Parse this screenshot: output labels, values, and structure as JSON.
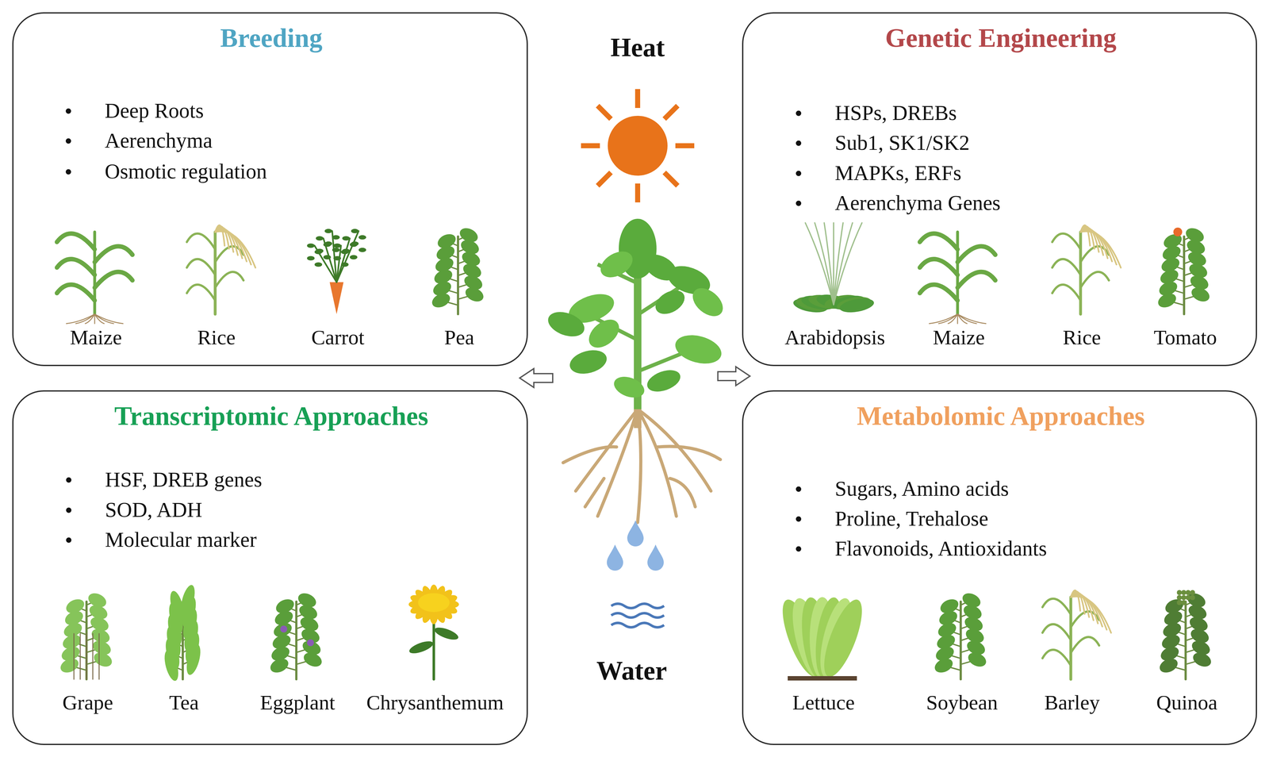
{
  "diagram": {
    "nodes": [
      {
        "text": [
          "Breeding",
          "Deep Roots",
          "Aerenchyma",
          "Osmotic regulation",
          "Maize",
          "Rice",
          "Carrot",
          "Pea"
        ]
      },
      {
        "text": [
          "Genetic Engineering",
          "HSPs, DREBs",
          "Sub1, SK1/SK2",
          "MAPKs, ERFs",
          "Aerenchyma Genes",
          "Arabidopsis",
          "Maize",
          "Rice",
          "Tomato"
        ]
      },
      {
        "text": [
          "Transcriptomic Approaches",
          "HSF, DREB genes",
          "SOD, ADH",
          "Molecular marker",
          "Grape",
          "Tea",
          "Eggplant",
          "Chrysanthemum"
        ]
      },
      {
        "text": [
          "Metabolomic Approaches",
          "Sugars, Amino acids",
          "Proline, Trehalose",
          "Flavonoids, Antioxidants",
          "Lettuce",
          "Soybean",
          "Barley",
          "Quinoa"
        ]
      }
    ],
    "labels": [
      "Heat",
      "Water"
    ]
  }
}
